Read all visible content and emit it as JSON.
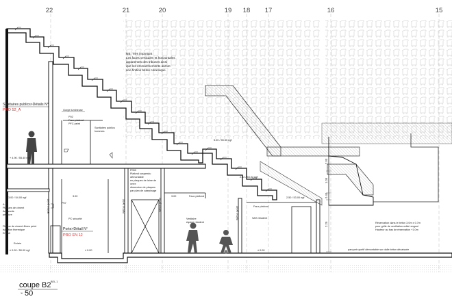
{
  "grid_axes": [
    "22",
    "21",
    "20",
    "19",
    "18",
    "17",
    "16",
    "15"
  ],
  "note_nb": [
    "NB: Très important",
    "Les faces verticales et horizontales",
    "apparentes des tribunes ainsi",
    "que les emmarchements auront",
    "une finition béton céramique"
  ],
  "sanitaires_label": "Sanitaires publics>Détails N°",
  "sanitaires_ref": "PRO 52_A",
  "gorge_label": "Gorge lumineuse",
  "p02_block": [
    "P02",
    "Faux plafond",
    "PFC peint"
  ],
  "sanitaires_hommes": [
    "Sanitaires publics",
    "hommes"
  ],
  "elev_left": "+ 4.90 / 55.40 ngf",
  "elev_mid_upper": "5.00 / 55.50 ngf",
  "elev_step_2": "2.52 / 53.02 ngf",
  "elev_step_3": "2.50 / 53.00 ngf",
  "p050_block": [
    "P050",
    "Plafond suspendu",
    "démontable",
    "en plaques de laine de",
    "verre",
    "dimension de plaques",
    "par plan de calepinage"
  ],
  "faux_plafond": "Faux plafond",
  "elev_3_left": "3.00 / 54.00 ngf",
  "elev_3_a": "3.00",
  "elev_3_b": "3.00",
  "p07": "P07",
  "pc_securite": "PC sécurité",
  "porte_label": "Porte>Détail N°",
  "porte_ref": "PRO EN 12",
  "left_small_notes": [
    "A.2",
    "Plaques de ciment",
    "Adjuvants",
    "peinture",
    "Plaque de ciment-fibres peint",
    "Isolation thermique",
    "Enduit"
  ],
  "vestiaire": [
    "Vestiaire",
    "équipe résident"
  ],
  "sas_resident": "SAS résident",
  "entree": "Entrée",
  "elev_ground_left": "± 0.00 / 50.00 ngf",
  "elev_ground_a": "± 0.00",
  "elev_ground_b": "± 0.00",
  "beton_peint": "Béton peint",
  "reservation_note": [
    "Réservation dans le béton 3.0m x 0.7m",
    "pour grille de ventilation mâle/ angoul",
    "Hauteur au bas de réservation +1.0m"
  ],
  "parquet_note": "parquet sportif démontable sur dalle béton décaissée",
  "height_dims": [
    "2.00",
    "0.40",
    "2.25",
    "1.05"
  ],
  "title": "coupe B2",
  "title_suffix": "BEL.1",
  "scale_prefix": "1/",
  "scale": "50"
}
